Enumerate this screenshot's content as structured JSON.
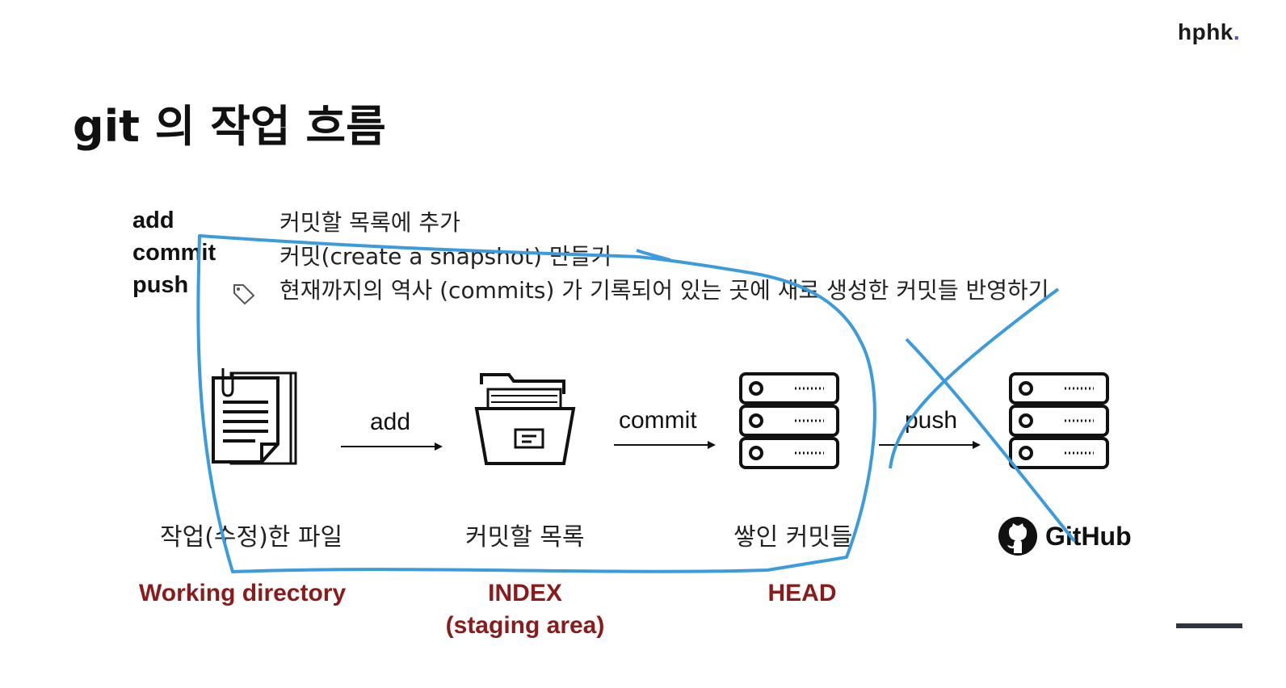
{
  "brand": {
    "name": "hphk",
    "dot": "."
  },
  "title": "git 의 작업 흐름",
  "commands": [
    {
      "name": "add",
      "desc": "커밋할 목록에 추가"
    },
    {
      "name": "commit",
      "desc": "커밋(create a snapshot) 만들기"
    },
    {
      "name": "push",
      "desc": "현재까지의 역사 (commits) 가 기록되어 있는 곳에 새로 생성한 커밋들 반영하기"
    }
  ],
  "flow": {
    "arrow_add": "add",
    "arrow_commit": "commit",
    "arrow_push": "push",
    "captions": [
      "작업(수정)한 파일",
      "커밋할 목록",
      "쌓인 커밋들"
    ],
    "github": "GitHub",
    "areas": {
      "working": "Working directory",
      "index_line1": "INDEX",
      "index_line2": "(staging area)",
      "head": "HEAD"
    }
  },
  "icons": [
    "document-icon",
    "folder-icon",
    "server-icon",
    "github-icon",
    "tag-icon"
  ],
  "colors": {
    "area_label": "#8b1a1a",
    "annotation": "#3b9bdc",
    "brand_dot": "#4a4ae0"
  }
}
